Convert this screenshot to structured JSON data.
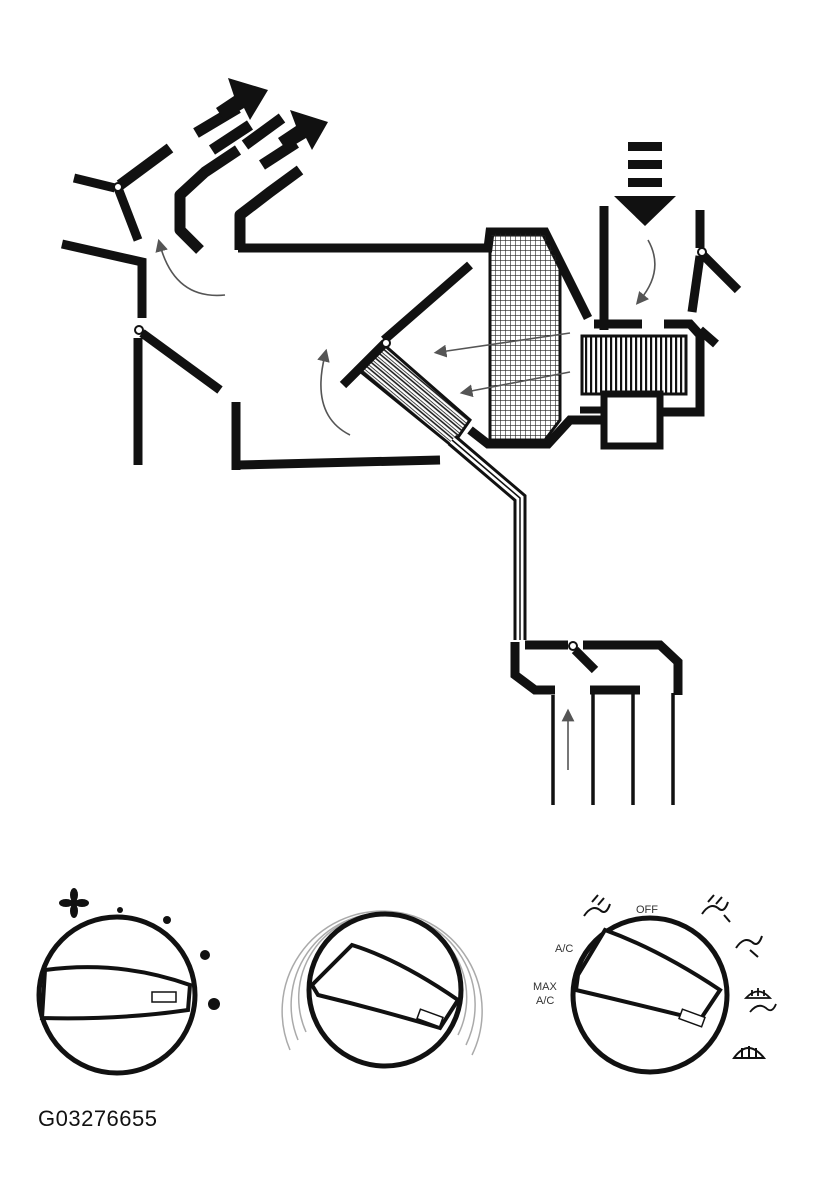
{
  "figure_code": "G03276655",
  "colors": {
    "ink": "#111111",
    "background": "#ffffff",
    "mesh": "#444444",
    "thin_arrow": "#555555"
  },
  "mode_selector": {
    "labels": {
      "off": "OFF",
      "ac": "A/C",
      "max_ac_line1": "MAX",
      "max_ac_line2": "A/C"
    }
  },
  "icons": [
    "fan-speed-icon",
    "vent-panel-icon",
    "panel-floor-icon",
    "floor-icon",
    "floor-defrost-icon",
    "defrost-icon"
  ]
}
